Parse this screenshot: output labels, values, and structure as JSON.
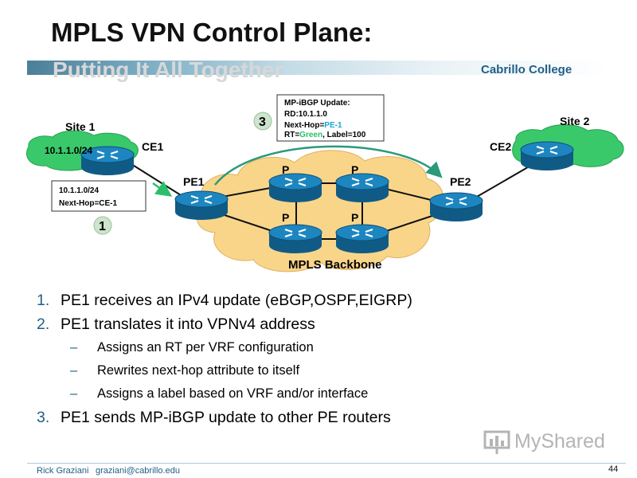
{
  "header": {
    "title": "MPLS VPN Control Plane:",
    "subtitle": "Putting It All Together",
    "college": "Cabrillo College"
  },
  "diagram": {
    "site1": "Site 1",
    "site2": "Site 2",
    "site1_prefix": "10.1.1.0/24",
    "ce1": "CE1",
    "ce2": "CE2",
    "pe1": "PE1",
    "pe2": "PE2",
    "p_label": "P",
    "backbone": "MPLS Backbone",
    "box1": {
      "line1": "10.1.1.0/24",
      "line2": "Next-Hop=CE-1"
    },
    "box3": {
      "line1": "MP-iBGP Update:",
      "line2": "RD:10.1.1.0",
      "next_hop_prefix": "Next-Hop=",
      "next_hop_value": "PE-1",
      "rt_prefix": "RT=",
      "rt_value": "Green",
      "label_suffix": ", Label=100"
    },
    "step1": "1",
    "step3": "3",
    "colors": {
      "cloud": "#f9d58a",
      "site_cloud": "#39c96a",
      "router": "#1d86c0",
      "highlight": "#19a3d6"
    }
  },
  "bullets": [
    {
      "num": "1.",
      "text": "PE1 receives an IPv4 update (eBGP,OSPF,EIGRP)"
    },
    {
      "num": "2.",
      "text": "PE1 translates it into VPNv4 address"
    },
    {
      "dash": "–",
      "text": "Assigns an RT per VRF configuration"
    },
    {
      "dash": "–",
      "text": "Rewrites next-hop attribute to itself"
    },
    {
      "dash": "–",
      "text": "Assigns a label based on VRF and/or interface"
    },
    {
      "num": "3.",
      "text": "PE1 sends MP-iBGP update to other PE routers"
    }
  ],
  "footer": {
    "author": "Rick Graziani",
    "email": "graziani@cabrillo.edu",
    "page": "44"
  },
  "watermark": {
    "text": "MyShared",
    "icon": "presentation-board-icon"
  }
}
